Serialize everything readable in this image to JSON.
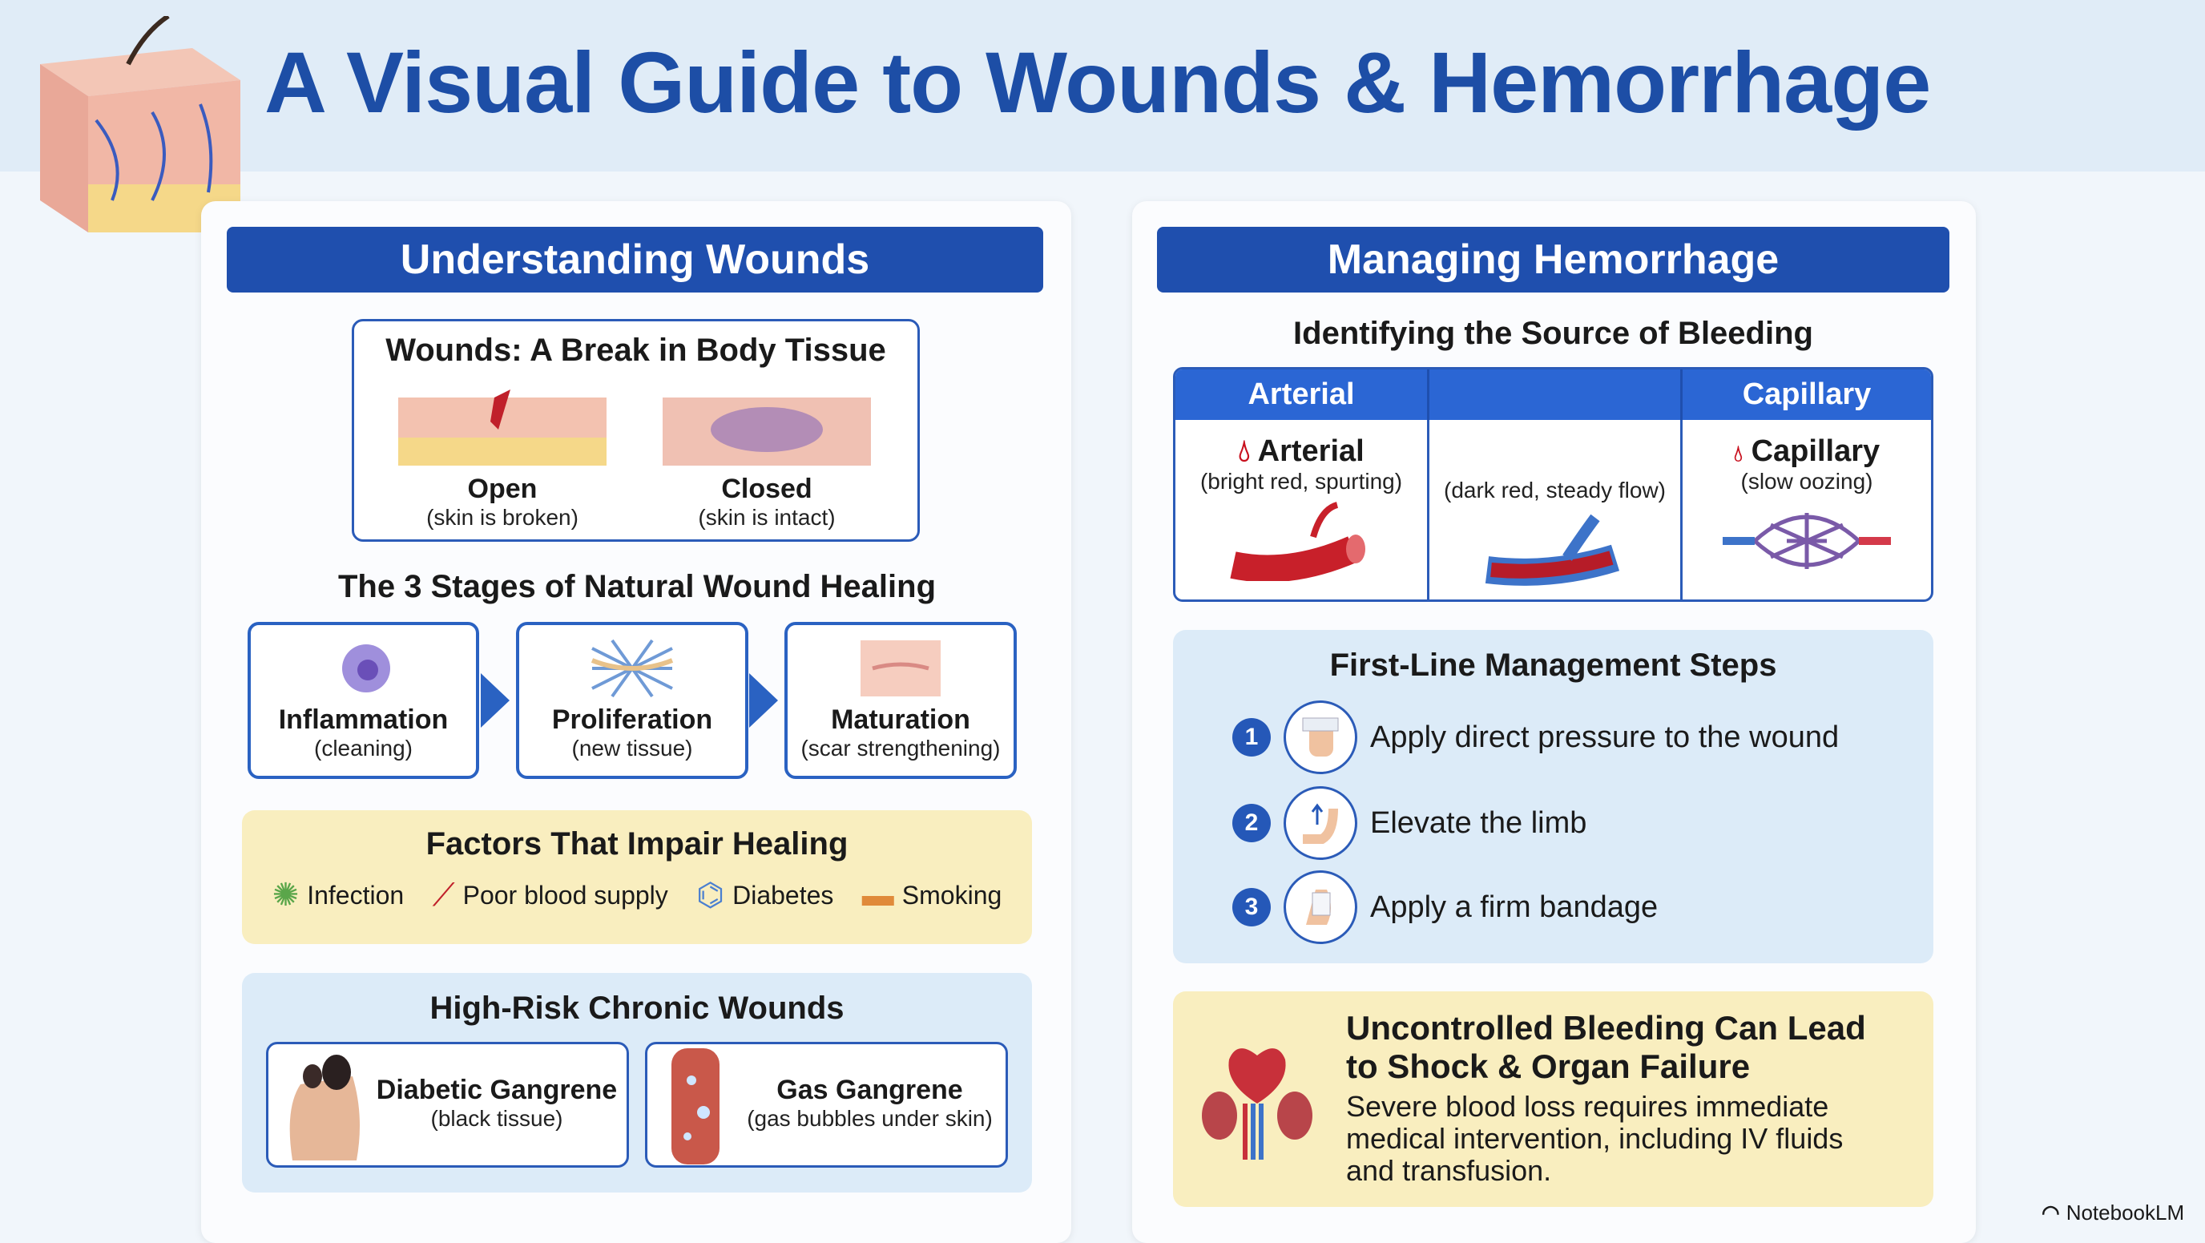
{
  "title": "A Visual Guide to Wounds & Hemorrhage",
  "left": {
    "header": "Understanding Wounds",
    "wounds_title": "Wounds: A Break in Body Tissue",
    "open": {
      "label": "Open",
      "desc": "(skin is broken)"
    },
    "closed": {
      "label": "Closed",
      "desc": "(skin is intact)"
    },
    "stages_title": "The 3 Stages of Natural Wound Healing",
    "stages": [
      {
        "label": "Inflammation",
        "desc": "(cleaning)"
      },
      {
        "label": "Proliferation",
        "desc": "(new tissue)"
      },
      {
        "label": "Maturation",
        "desc": "(scar strengthening)"
      }
    ],
    "factors_title": "Factors That Impair Healing",
    "factors": [
      "Infection",
      "Poor blood supply",
      "Diabetes",
      "Smoking"
    ],
    "chronic_title": "High-Risk Chronic Wounds",
    "chronic": [
      {
        "label": "Diabetic Gangrene",
        "desc": "(black tissue)"
      },
      {
        "label": "Gas Gangrene",
        "desc": "(gas bubbles under skin)"
      }
    ]
  },
  "right": {
    "header": "Managing Hemorrhage",
    "source_title": "Identifying the Source of Bleeding",
    "columns": [
      {
        "head": "Arterial",
        "name": "Arterial",
        "desc": "(bright red, spurting)"
      },
      {
        "head": "",
        "name": "",
        "desc": "(dark red, steady flow)"
      },
      {
        "head": "Capillary",
        "name": "Capillary",
        "desc": "(slow oozing)"
      }
    ],
    "steps_title": "First-Line Management Steps",
    "steps": [
      {
        "n": "1",
        "text": "Apply direct pressure to the wound"
      },
      {
        "n": "2",
        "text": "Elevate the limb"
      },
      {
        "n": "3",
        "text": "Apply a firm bandage"
      }
    ],
    "warning_title": "Uncontrolled Bleeding Can Lead to Shock & Organ Failure",
    "warning_text": "Severe blood loss requires immediate medical intervention, including IV fluids and transfusion."
  },
  "brand": "NotebookLM"
}
